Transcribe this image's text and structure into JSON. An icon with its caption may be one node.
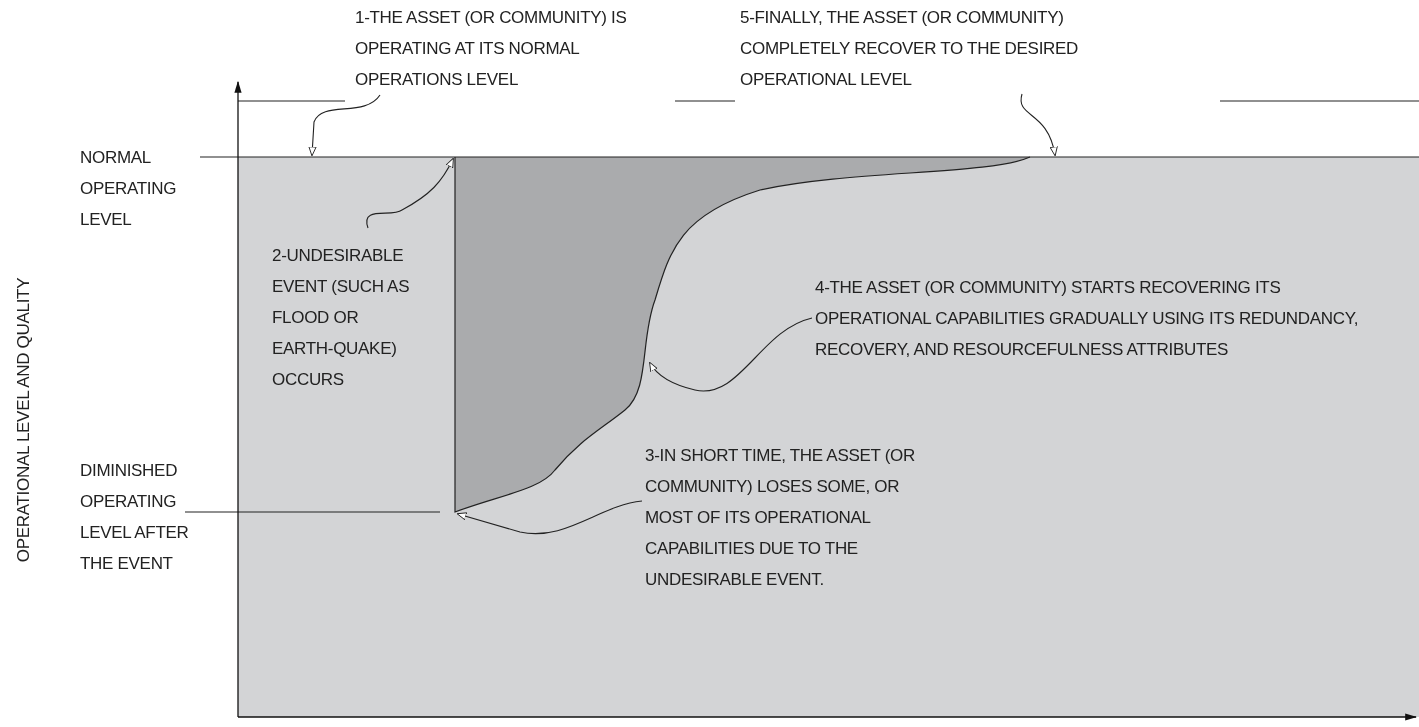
{
  "diagram": {
    "nodes": [
      {
        "text": [
          "1-THE ASSET (OR COMMUNITY) IS OPERATING AT ITS NORMAL OPERATIONS LEVEL"
        ]
      },
      {
        "text": [
          "5-FINALLY, THE ASSET (OR COMMUNITY) COMPLETELY RECOVER TO THE DESIRED OPERATIONAL LEVEL"
        ]
      },
      {
        "text": [
          "2-UNDESIRABLE EVENT (SUCH AS FLOOD OR EARTH-QUAKE) OCCURS"
        ]
      },
      {
        "text": [
          "4-THE ASSET (OR COMMUNITY) STARTS RECOVERING ITS OPERATIONAL CAPABILITIES GRADUALLY USING ITS REDUNDANCY, RECOVERY, AND RESOURCEFULNESS ATTRIBUTES"
        ]
      },
      {
        "text": [
          "3-IN SHORT TIME, THE ASSET (OR COMMUNITY) LOSES SOME, OR MOST OF ITS OPERATIONAL CAPABILITIES DUE TO THE UNDESIRABLE EVENT."
        ]
      }
    ],
    "edges": [
      {
        "from": 0,
        "to": null,
        "arrow": "to"
      },
      {
        "from": 1,
        "to": null,
        "arrow": "to"
      },
      {
        "from": 2,
        "to": null,
        "arrow": "to"
      },
      {
        "from": 3,
        "to": null,
        "arrow": "to"
      },
      {
        "from": 4,
        "to": null,
        "arrow": "to"
      }
    ],
    "labels": [
      "NORMAL OPERATING LEVEL",
      "OPERATIONAL LEVEL AND QUALITY",
      "DIMINISHED OPERATING LEVEL AFTER THE EVENT"
    ]
  }
}
